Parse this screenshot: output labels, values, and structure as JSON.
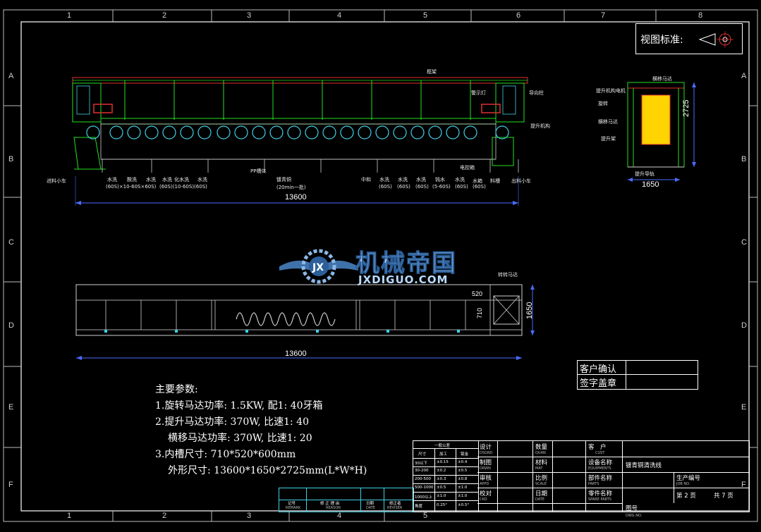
{
  "zones": {
    "columns": [
      "1",
      "2",
      "3",
      "4",
      "5",
      "6",
      "7",
      "8"
    ],
    "rows": [
      "A",
      "B",
      "C",
      "D",
      "E",
      "F"
    ]
  },
  "view_standard": {
    "label": "视图标准:"
  },
  "top_view": {
    "labels": {
      "frame": "框架",
      "guide": "导向柱",
      "lamp": "警示灯",
      "drive": "提升机构",
      "load_cart": "进料小车",
      "water_wash_1": "水洗",
      "acid": "酸洗",
      "water_wash_2": "水洗",
      "water_wash_3": "水洗",
      "activation": "化水洗",
      "water_wash_4": "水洗",
      "specs_1": "(60S)×10-60S×60S)",
      "specs_2": "(60S)(10-60S)(60S)",
      "pp_tank": "PP槽体",
      "plating": "镀青铜",
      "plating_time": "(20min一批)",
      "neutral": "中和",
      "water_wash_5": "水洗",
      "water_wash_6": "水洗",
      "water_wash_7": "水洗",
      "passivate": "钝水",
      "water_wash_8": "水洗",
      "water_tank": "水箱",
      "material_tank": "料槽",
      "unload_cart": "出料小车",
      "specs_3": "(60S)",
      "specs_4": "(60S)",
      "specs_5": "(60S)",
      "specs_6": "(5-60S)",
      "specs_7": "(60S)",
      "specs_8": "(60S)",
      "control_box": "电控箱"
    },
    "length": "13600"
  },
  "side_view": {
    "labels": {
      "top": "横移马达",
      "a": "提升机构电机",
      "b": "旋转",
      "c": "横移马达",
      "d": "提升架",
      "e": "提升导轨"
    },
    "height": "2725",
    "width": "1650"
  },
  "plan_view": {
    "label_motor": "转转马达",
    "dim_520": "520",
    "dim_710": "710",
    "width": "1650",
    "length": "13600"
  },
  "watermark": {
    "name": "机械帝国",
    "url": "JXDIGUO.COM"
  },
  "params": {
    "title": "主要参数:",
    "l1": "1.旋转马达功率: 1.5KW, 配1: 40牙箱",
    "l2": "2.提升马达功率: 370W, 比速1: 40",
    "l3": "横移马达功率: 370W, 比速1: 20",
    "l4": "3.内槽尺寸: 710*520*600mm",
    "l5": "外形尺寸: 13600*1650*2725mm(L*W*H)"
  },
  "confirm": {
    "client_confirm": "客户确认",
    "sign_stamp": "签字盖章"
  },
  "revision": {
    "h1": "记号",
    "h1s": "REMARK",
    "h2": "修 正 理 由",
    "h2s": "REASON",
    "h3": "日期",
    "h3s": "DATE",
    "h4": "修正者",
    "h4s": "REVISER"
  },
  "tolerance": {
    "title": "一般公差",
    "headers": [
      "尺寸",
      "加工",
      "钣金"
    ],
    "rows": [
      [
        "30以下",
        "±0.15",
        "±0.4"
      ],
      [
        "30-200",
        "±0.2",
        "±0.5"
      ],
      [
        "200-500",
        "±0.3",
        "±0.8"
      ],
      [
        "500-1000",
        "±0.5",
        "±1.0"
      ],
      [
        "1000以上",
        "±1.0",
        "±1.0"
      ],
      [
        "角度",
        "0.25°",
        "±0.5°"
      ]
    ]
  },
  "title_block": {
    "design": "设计",
    "design_s": "DSGND",
    "draw": "制图",
    "draw_s": "DRWN",
    "approve": "审核",
    "approve_s": "APPD",
    "check": "校对",
    "check_s": "CKD",
    "qty": "数量",
    "qty_s": "QUAN",
    "material": "材料",
    "material_s": "MAT",
    "scale": "比例",
    "scale_s": "SCALE",
    "date": "日期",
    "date_s": "DATE",
    "client": "客　户",
    "client_s": "CUST",
    "equip": "设备名称",
    "equip_s": "EQUIPMENTS",
    "equip_value": "镀青铜清洗线",
    "part": "部件名称",
    "part_s": "PARTS",
    "spare": "零件名称",
    "spare_s": "SPARE PARTS",
    "job": "生产编号",
    "job_s": "JOB  NO.",
    "page": "第 2 页",
    "total": "共 7 页",
    "drawing_no": "图号",
    "drawing_no_s": "DWG NO."
  },
  "colors": {
    "frame_green": "#22e022",
    "roller_cyan": "#3fd2e6",
    "accent_red": "#e03030",
    "yellow": "#ffd400",
    "dim_blue": "#4a6cff"
  }
}
